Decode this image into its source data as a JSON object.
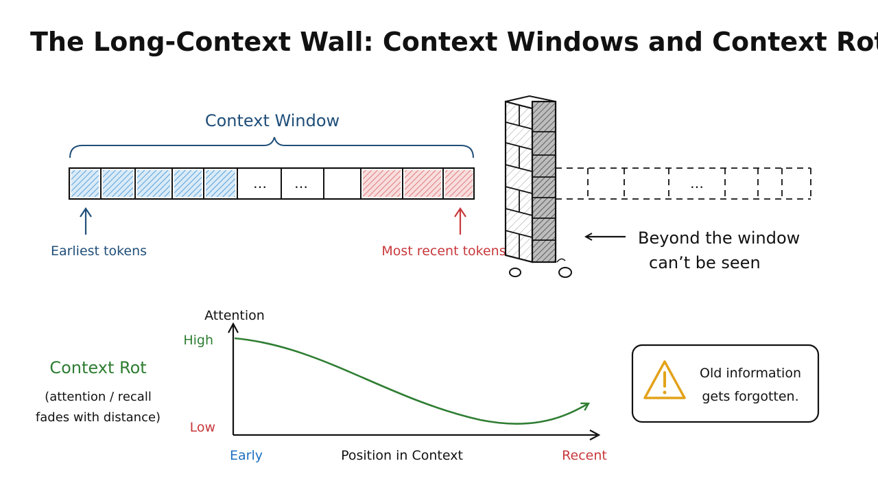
{
  "title": "The Long-Context Wall: Context Windows and Context Rot",
  "window": {
    "label": "Context Window",
    "ellipsis": "…",
    "earliest_label": "Earliest tokens",
    "recent_label": "Most recent tokens",
    "beyond_line1": "Beyond the window",
    "beyond_line2": "can’t be seen"
  },
  "rot": {
    "title": "Context Rot",
    "desc_line1": "(attention / recall",
    "desc_line2": "fades with distance)",
    "y_axis_label": "Attention",
    "y_high": "High",
    "y_low": "Low",
    "x_start": "Early",
    "x_axis_label": "Position in Context",
    "x_end": "Recent"
  },
  "warning": {
    "line1": "Old information",
    "line2": "gets forgotten."
  },
  "colors": {
    "blue": "#1f4e79",
    "blue_fill": "#6aaee0",
    "red": "#c8383c",
    "red_fill": "#e88686",
    "green": "#2e7d32",
    "warn": "#e3a21a",
    "ink": "#111111"
  }
}
